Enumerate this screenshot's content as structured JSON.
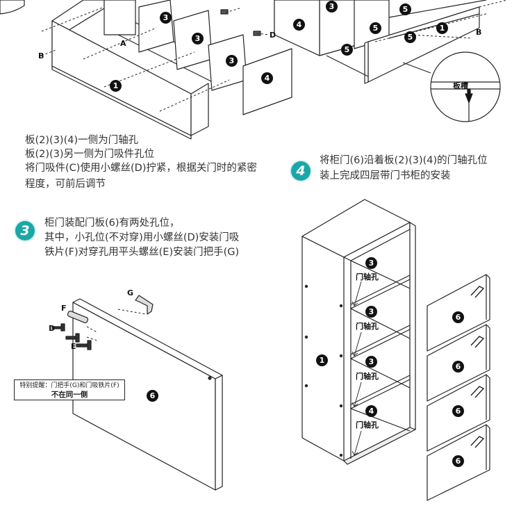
{
  "step2": {
    "lines": [
      "板(2)(3)(4)一侧为门轴孔",
      "板(2)(3)另一侧为门吸件孔位",
      "将门吸件(C)使用小螺丝(D)拧紧，根据关门时的紧密",
      "程度，可前后调节"
    ]
  },
  "step3": {
    "number": "3",
    "lines": [
      "柜门装配门板(6)有两处孔位，",
      "其中，小孔位(不对穿)用小螺丝(D)安装门吸",
      "铁片(F)对穿孔用平头螺丝(E)安装门把手(G)"
    ]
  },
  "step4": {
    "number": "4",
    "lines": [
      "将柜门(6)沿着板(2)(3)(4)的门轴孔位",
      "装上完成四层带门书柜的安装"
    ]
  },
  "warning": {
    "line1": "特别提醒：门把手(G)和门吸铁片(F)",
    "line2": "不在同一侧"
  },
  "callout": {
    "label": "板槽"
  },
  "labels": {
    "A": "A",
    "B": "B",
    "B2": "B",
    "D": "D",
    "D2": "D",
    "E": "E",
    "F": "F",
    "G": "G"
  },
  "hinge_label": "门轴孔",
  "parts": {
    "p1": "1",
    "p3": "3",
    "p4": "4",
    "p5": "5",
    "p6": "6"
  }
}
